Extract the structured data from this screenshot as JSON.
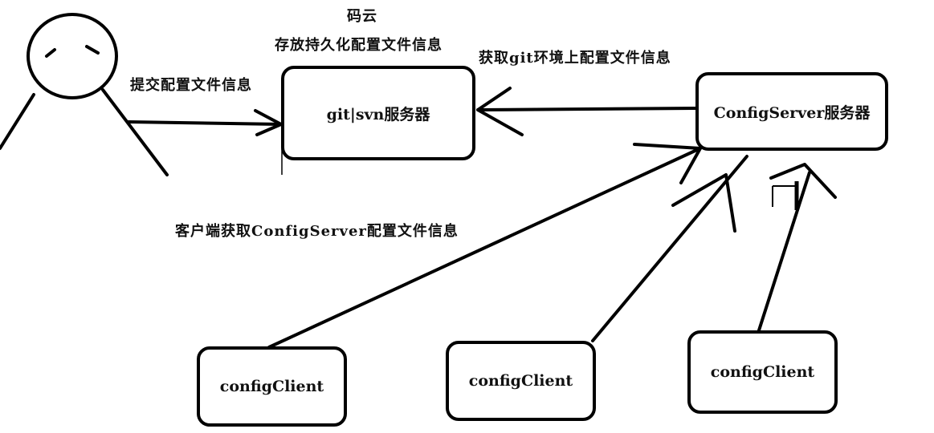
{
  "labels": {
    "top_title": "码云",
    "storage_note": "存放持久化配置文件信息",
    "fetch_note": "获取git环境上配置文件信息",
    "submit_note": "提交配置文件信息",
    "client_note": "客户端获取ConfigServer配置文件信息"
  },
  "nodes": {
    "git_server": "git|svn服务器",
    "config_server": "ConfigServer服务器",
    "clients": [
      "configClient",
      "configClient",
      "configClient"
    ]
  }
}
